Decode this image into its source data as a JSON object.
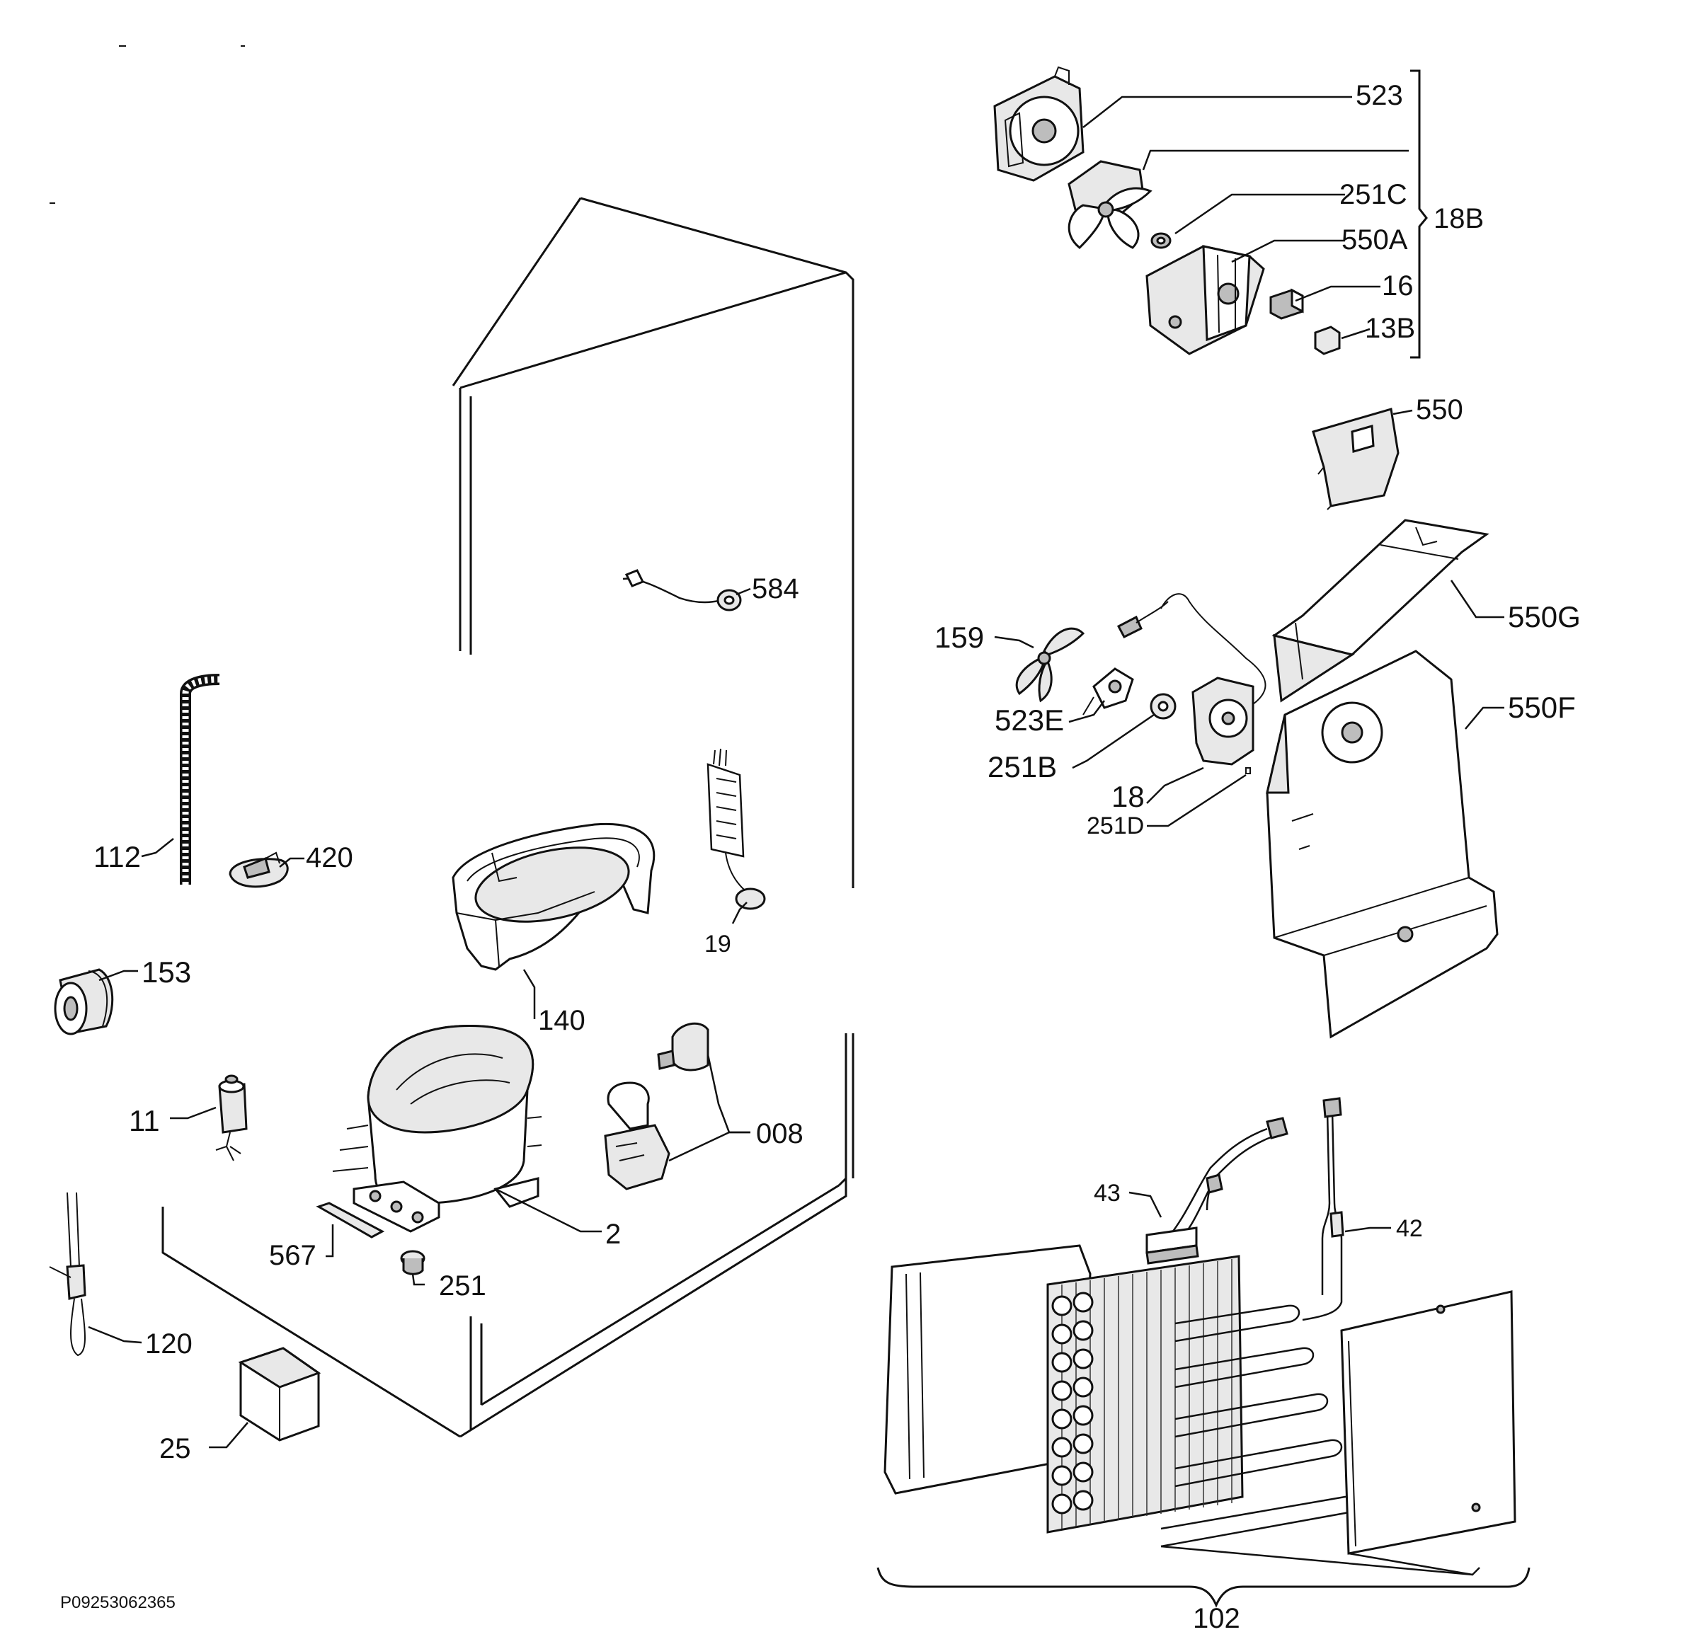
{
  "document_id": "P09253062365",
  "parts": {
    "523": "523",
    "251C": "251C",
    "550A": "550A",
    "16": "16",
    "13B": "13B",
    "18B": "18B",
    "550": "550",
    "584": "584",
    "550G": "550G",
    "159": "159",
    "550F": "550F",
    "523E": "523E",
    "251B": "251B",
    "18": "18",
    "251D": "251D",
    "112": "112",
    "420": "420",
    "19": "19",
    "153": "153",
    "140": "140",
    "11": "11",
    "008": "008",
    "2": "2",
    "567": "567",
    "251": "251",
    "120": "120",
    "25": "25",
    "43": "43",
    "42": "42",
    "102": "102"
  }
}
